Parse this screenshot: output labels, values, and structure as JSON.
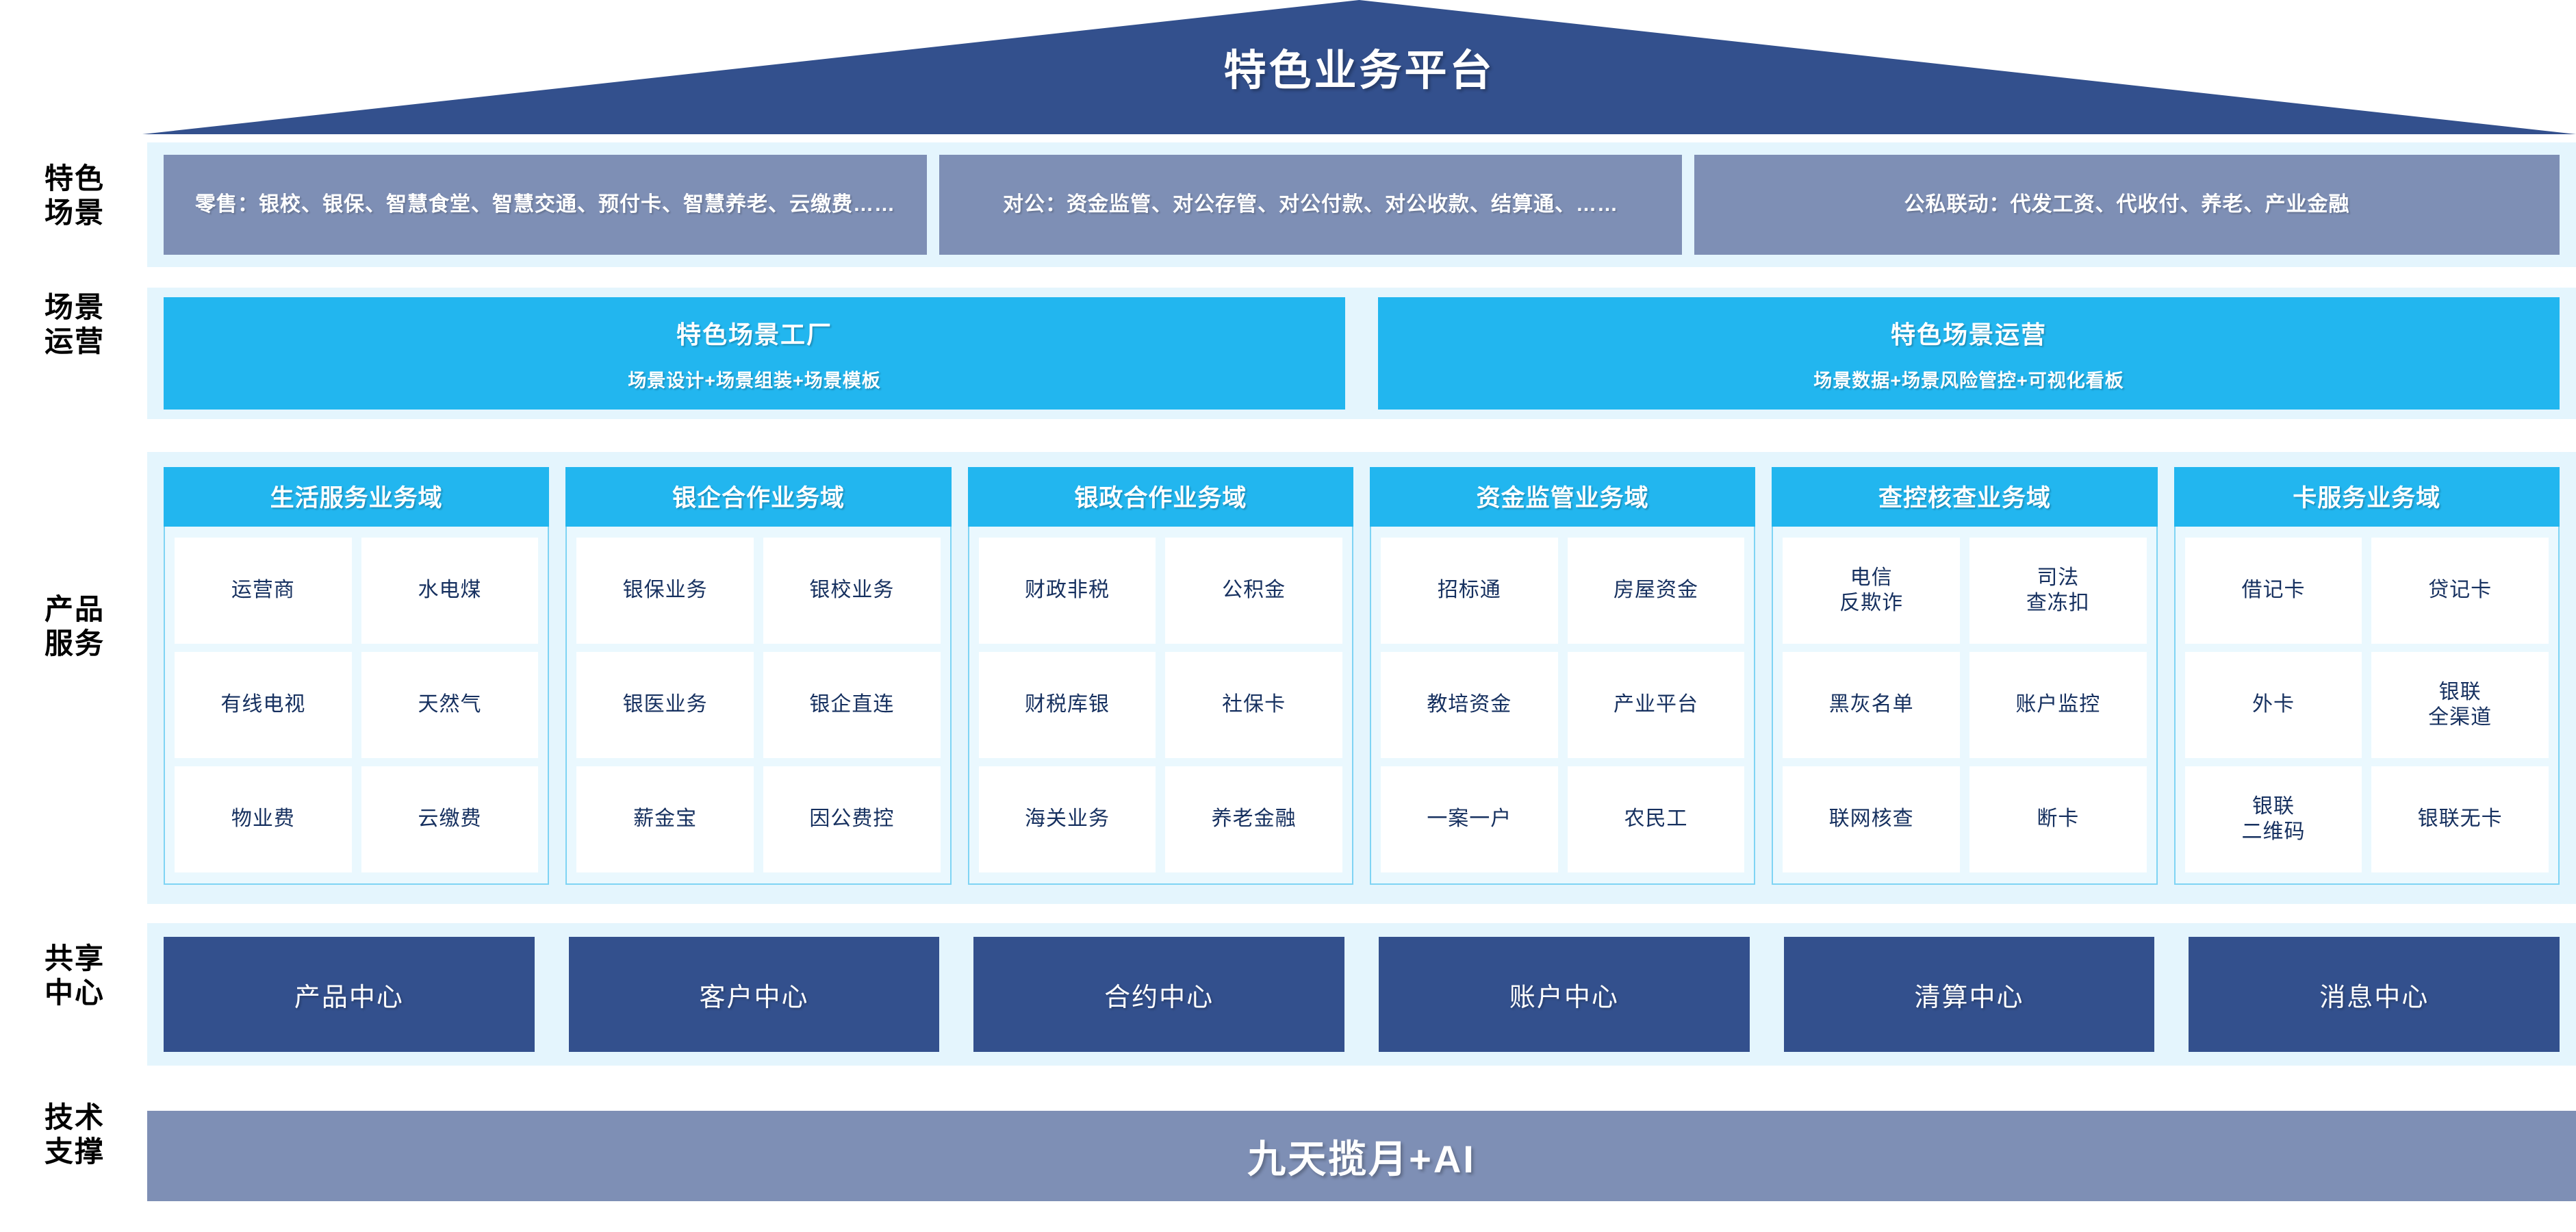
{
  "title": "特色业务平台",
  "row_labels": {
    "scenes": "特色\n场景",
    "scenes_l1": "特色",
    "scenes_l2": "场景",
    "operations_l1": "场景",
    "operations_l2": "运营",
    "products_l1": "产品",
    "products_l2": "服务",
    "centers_l1": "共享",
    "centers_l2": "中心",
    "tech_l1": "技术",
    "tech_l2": "支撑"
  },
  "scenes": [
    {
      "label": "零售：银校、银保、智慧食堂、智慧交通、预付卡、智慧养老、云缴费……"
    },
    {
      "label": "对公：资金监管、对公存管、对公付款、对公收款、结算通、……"
    },
    {
      "label": "公私联动：代发工资、代收付、养老、产业金融"
    }
  ],
  "operations": [
    {
      "title": "特色场景工厂",
      "subtitle": "场景设计+场景组装+场景模板"
    },
    {
      "title": "特色场景运营",
      "subtitle": "场景数据+场景风险管控+可视化看板"
    }
  ],
  "product_domains": [
    {
      "title": "生活服务业务域",
      "items": [
        "运营商",
        "水电煤",
        "有线电视",
        "天然气",
        "物业费",
        "云缴费"
      ]
    },
    {
      "title": "银企合作业务域",
      "items": [
        "银保业务",
        "银校业务",
        "银医业务",
        "银企直连",
        "薪金宝",
        "因公费控"
      ]
    },
    {
      "title": "银政合作业务域",
      "items": [
        "财政非税",
        "公积金",
        "财税库银",
        "社保卡",
        "海关业务",
        "养老金融"
      ]
    },
    {
      "title": "资金监管业务域",
      "items": [
        "招标通",
        "房屋资金",
        "教培资金",
        "产业平台",
        "一案一户",
        "农民工"
      ]
    },
    {
      "title": "查控核查业务域",
      "items": [
        "电信\n反欺诈",
        "司法\n查冻扣",
        "黑灰名单",
        "账户监控",
        "联网核查",
        "断卡"
      ]
    },
    {
      "title": "卡服务业务域",
      "items": [
        "借记卡",
        "贷记卡",
        "外卡",
        "银联\n全渠道",
        "银联\n二维码",
        "银联无卡"
      ]
    }
  ],
  "shared_centers": [
    {
      "label": "产品中心"
    },
    {
      "label": "客户中心"
    },
    {
      "label": "合约中心"
    },
    {
      "label": "账户中心"
    },
    {
      "label": "清算中心"
    },
    {
      "label": "消息中心"
    }
  ],
  "tech_support": {
    "label": "九天揽月+AI"
  },
  "colors": {
    "navy": "#33508d",
    "slate": "#7e8fb5",
    "cyan": "#22b6ef",
    "band_bg": "#e4f5fd",
    "tile_text": "#16305f",
    "col_border": "#7fd4f4"
  }
}
